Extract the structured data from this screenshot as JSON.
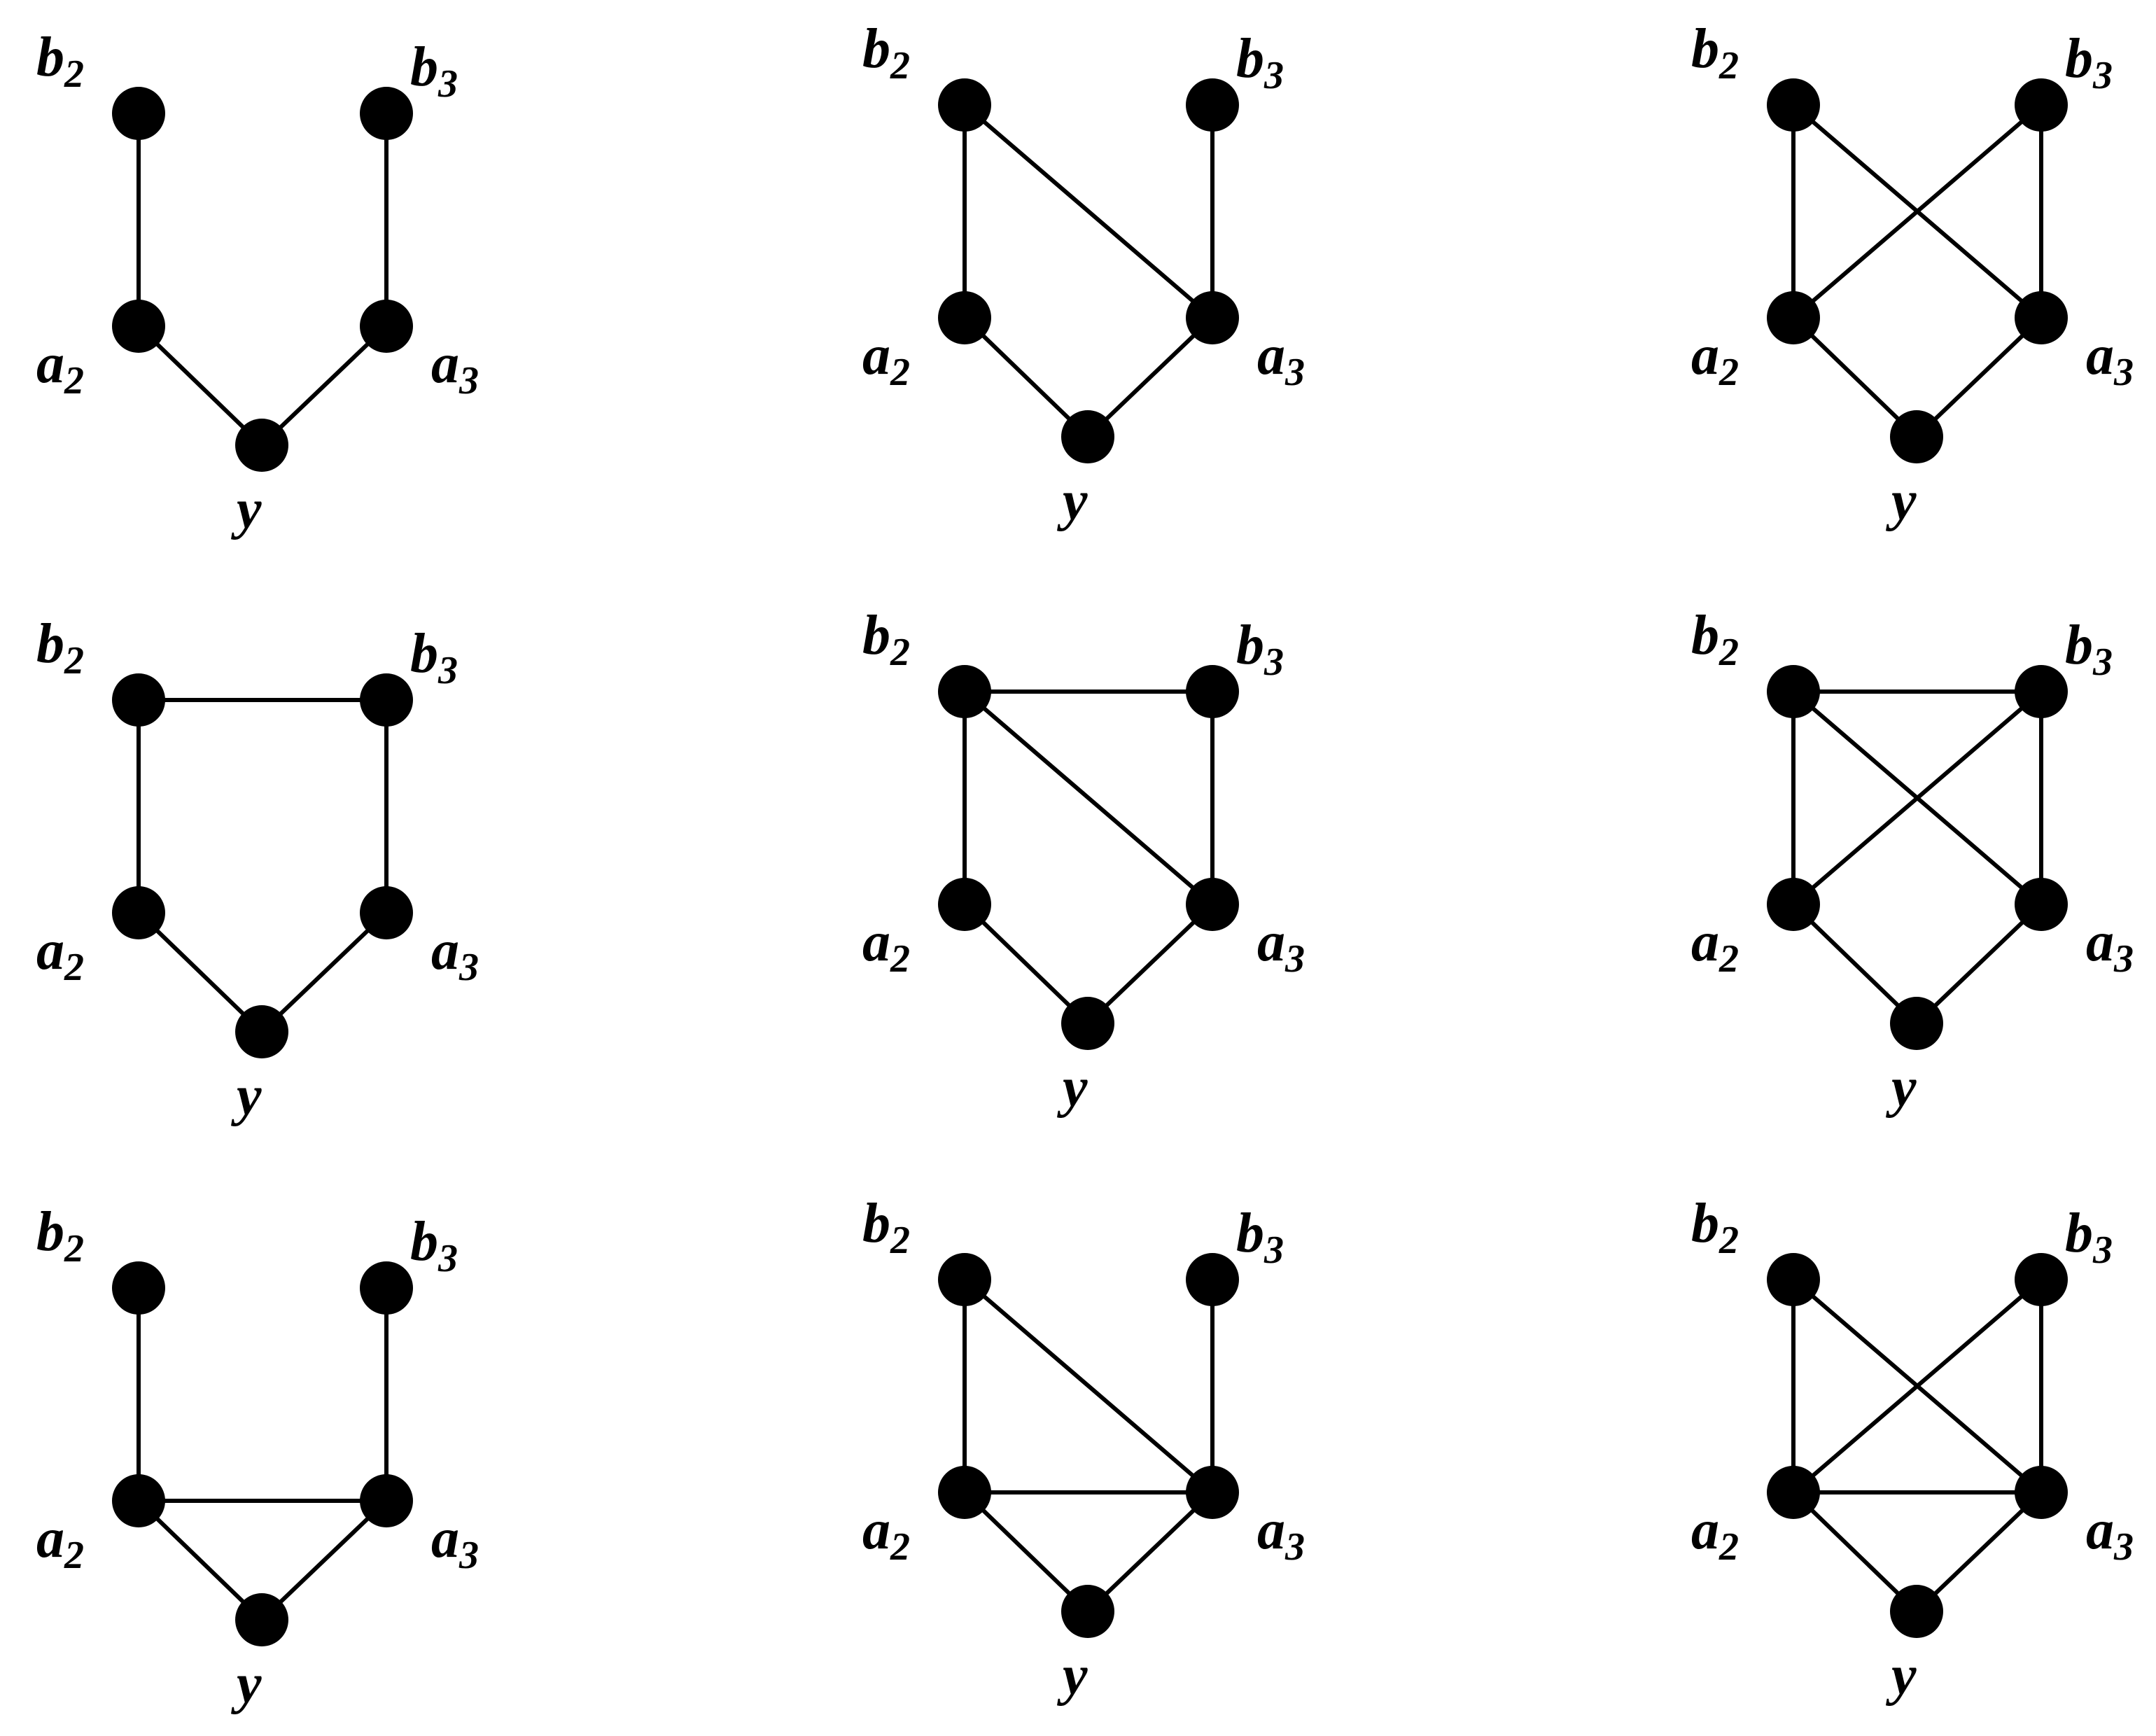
{
  "colors": {
    "background": "#ffffff",
    "ink": "#000000"
  },
  "node_labels": {
    "b2": {
      "base": "b",
      "sub": "2"
    },
    "b3": {
      "base": "b",
      "sub": "3"
    },
    "a2": {
      "base": "a",
      "sub": "2"
    },
    "a3": {
      "base": "a",
      "sub": "3"
    },
    "y": {
      "base": "y",
      "sub": ""
    }
  },
  "panels": [
    {
      "name": "row1-col1",
      "edges": [
        [
          "b2",
          "a2"
        ],
        [
          "b3",
          "a3"
        ],
        [
          "a2",
          "y"
        ],
        [
          "a3",
          "y"
        ]
      ]
    },
    {
      "name": "row1-col2",
      "edges": [
        [
          "b2",
          "a2"
        ],
        [
          "b3",
          "a3"
        ],
        [
          "a2",
          "y"
        ],
        [
          "a3",
          "y"
        ],
        [
          "b2",
          "a3"
        ]
      ]
    },
    {
      "name": "row1-col3",
      "edges": [
        [
          "b2",
          "a2"
        ],
        [
          "b3",
          "a3"
        ],
        [
          "a2",
          "y"
        ],
        [
          "a3",
          "y"
        ],
        [
          "b2",
          "a3"
        ],
        [
          "b3",
          "a2"
        ]
      ]
    },
    {
      "name": "row2-col1",
      "edges": [
        [
          "b2",
          "a2"
        ],
        [
          "b3",
          "a3"
        ],
        [
          "a2",
          "y"
        ],
        [
          "a3",
          "y"
        ],
        [
          "b2",
          "b3"
        ]
      ]
    },
    {
      "name": "row2-col2",
      "edges": [
        [
          "b2",
          "a2"
        ],
        [
          "b3",
          "a3"
        ],
        [
          "a2",
          "y"
        ],
        [
          "a3",
          "y"
        ],
        [
          "b2",
          "b3"
        ],
        [
          "b2",
          "a3"
        ]
      ]
    },
    {
      "name": "row2-col3",
      "edges": [
        [
          "b2",
          "a2"
        ],
        [
          "b3",
          "a3"
        ],
        [
          "a2",
          "y"
        ],
        [
          "a3",
          "y"
        ],
        [
          "b2",
          "b3"
        ],
        [
          "b2",
          "a3"
        ],
        [
          "b3",
          "a2"
        ]
      ]
    },
    {
      "name": "row3-col1",
      "edges": [
        [
          "b2",
          "a2"
        ],
        [
          "b3",
          "a3"
        ],
        [
          "a2",
          "y"
        ],
        [
          "a3",
          "y"
        ],
        [
          "a2",
          "a3"
        ]
      ]
    },
    {
      "name": "row3-col2",
      "edges": [
        [
          "b2",
          "a2"
        ],
        [
          "b3",
          "a3"
        ],
        [
          "a2",
          "y"
        ],
        [
          "a3",
          "y"
        ],
        [
          "a2",
          "a3"
        ],
        [
          "b2",
          "a3"
        ]
      ]
    },
    {
      "name": "row3-col3",
      "edges": [
        [
          "b2",
          "a2"
        ],
        [
          "b3",
          "a3"
        ],
        [
          "a2",
          "y"
        ],
        [
          "a3",
          "y"
        ],
        [
          "a2",
          "a3"
        ],
        [
          "b2",
          "a3"
        ],
        [
          "b3",
          "a2"
        ]
      ]
    }
  ]
}
